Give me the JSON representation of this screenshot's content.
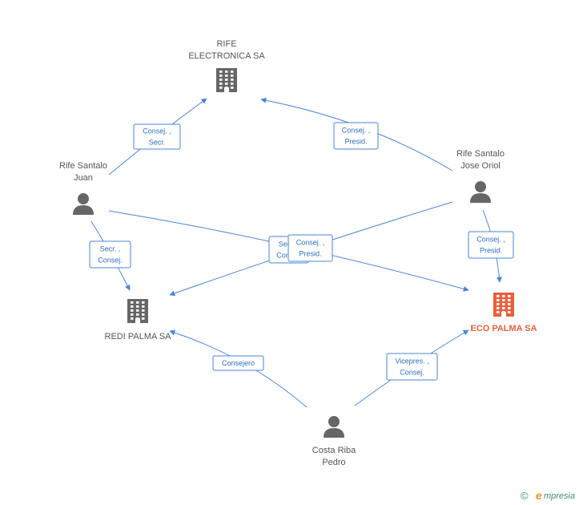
{
  "colors": {
    "edge": "#4a86d4",
    "company": "#666666",
    "focus": "#e8603c",
    "person": "#666666"
  },
  "nodes": [
    {
      "id": "rife-electronica",
      "kind": "company",
      "lines": [
        "RIFE",
        "ELECTRONICA SA"
      ]
    },
    {
      "id": "rife-santalo-juan",
      "kind": "person",
      "lines": [
        "Rife Santalo",
        "Juan"
      ]
    },
    {
      "id": "rife-santalo-jose-oriol",
      "kind": "person",
      "lines": [
        "Rife Santalo",
        "Jose Oriol"
      ]
    },
    {
      "id": "redi-palma",
      "kind": "company",
      "lines": [
        "REDI PALMA SA"
      ]
    },
    {
      "id": "eco-palma",
      "kind": "company-focus",
      "lines": [
        "ECO PALMA SA"
      ]
    },
    {
      "id": "costa-riba-pedro",
      "kind": "person",
      "lines": [
        "Costa Riba",
        "Pedro"
      ]
    }
  ],
  "edges": [
    {
      "id": "juan-to-rife",
      "from": "rife-santalo-juan",
      "to": "rife-electronica",
      "lines": [
        "Consej. ,",
        "Secr."
      ]
    },
    {
      "id": "jose-to-rife",
      "from": "rife-santalo-jose-oriol",
      "to": "rife-electronica",
      "lines": [
        "Consej. ,",
        "Presid."
      ]
    },
    {
      "id": "juan-to-redi",
      "from": "rife-santalo-juan",
      "to": "redi-palma",
      "lines": [
        "Secr. ,",
        "Consej."
      ]
    },
    {
      "id": "jose-to-eco",
      "from": "rife-santalo-jose-oriol",
      "to": "eco-palma",
      "lines": [
        "Consej. ,",
        "Presid."
      ]
    },
    {
      "id": "juan-to-eco",
      "from": "rife-santalo-juan",
      "to": "eco-palma",
      "lines": [
        "Secr. ,",
        "Consej."
      ]
    },
    {
      "id": "jose-to-redi",
      "from": "rife-santalo-jose-oriol",
      "to": "redi-palma",
      "lines": [
        "Consej. ,",
        "Presid."
      ]
    },
    {
      "id": "pedro-to-redi",
      "from": "costa-riba-pedro",
      "to": "redi-palma",
      "lines": [
        "Consejero"
      ]
    },
    {
      "id": "pedro-to-eco",
      "from": "costa-riba-pedro",
      "to": "eco-palma",
      "lines": [
        "Vicepres. ,",
        "Consej."
      ]
    }
  ],
  "footer": {
    "copyright": "©",
    "brand_initial": "e",
    "brand_rest": "mpresia"
  }
}
